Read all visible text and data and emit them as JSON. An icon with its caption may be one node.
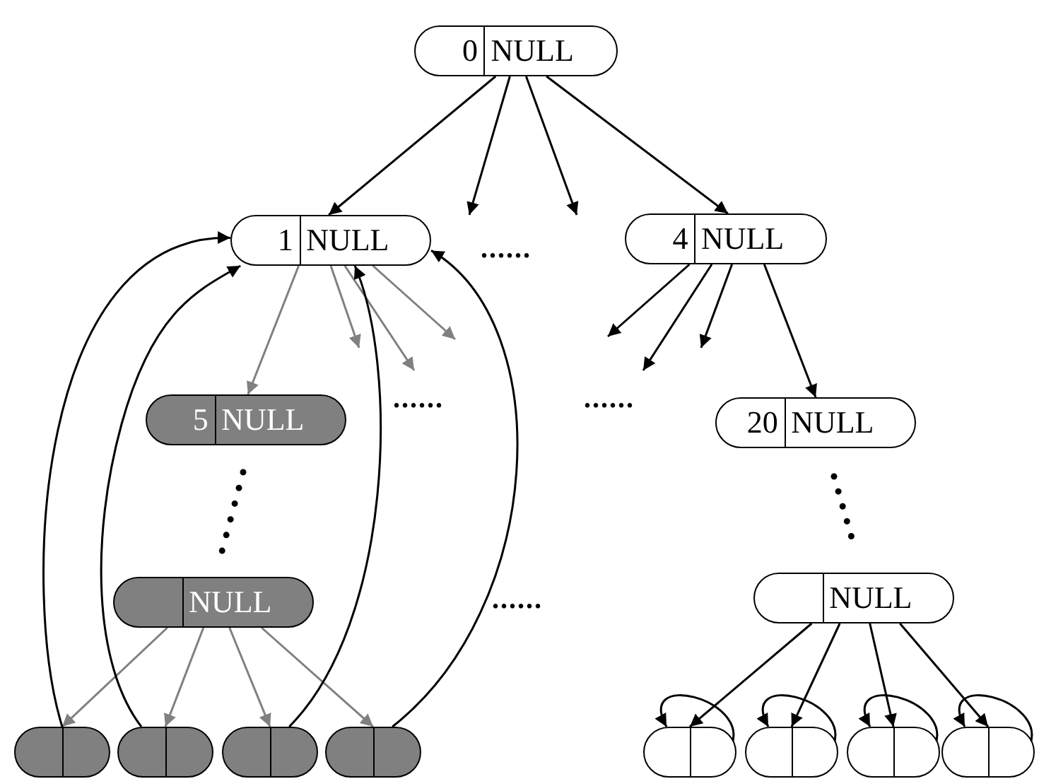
{
  "diagram": {
    "nodes": [
      {
        "text": [
          "0",
          "NULL"
        ]
      },
      {
        "text": [
          "1",
          "NULL"
        ]
      },
      {
        "text": [
          "4",
          "NULL"
        ]
      },
      {
        "text": [
          "5",
          "NULL"
        ]
      },
      {
        "text": [
          "NULL"
        ]
      },
      {
        "text": [],
        "shape": "box"
      },
      {
        "text": [],
        "shape": "box"
      },
      {
        "text": [],
        "shape": "box"
      },
      {
        "text": [],
        "shape": "box"
      },
      {
        "text": [
          "20",
          "NULL"
        ]
      },
      {
        "text": [
          "NULL"
        ]
      },
      {
        "text": [],
        "shape": "box"
      },
      {
        "text": [],
        "shape": "box"
      },
      {
        "text": [],
        "shape": "box"
      },
      {
        "text": [],
        "shape": "box"
      }
    ],
    "edges": [
      {
        "from": 0,
        "to": 1,
        "arrow": "to"
      },
      {
        "from": 0,
        "to": null,
        "arrow": "to"
      },
      {
        "from": 0,
        "to": null,
        "arrow": "to"
      },
      {
        "from": 0,
        "to": 2,
        "arrow": "to"
      },
      {
        "from": 1,
        "to": 3,
        "arrow": "to",
        "color": "#808080"
      },
      {
        "from": 1,
        "to": null,
        "arrow": "to",
        "color": "#808080"
      },
      {
        "from": 1,
        "to": null,
        "arrow": "to",
        "color": "#808080"
      },
      {
        "from": 1,
        "to": null,
        "arrow": "to",
        "color": "#808080"
      },
      {
        "from": 2,
        "to": null,
        "arrow": "to"
      },
      {
        "from": 2,
        "to": null,
        "arrow": "to"
      },
      {
        "from": 2,
        "to": null,
        "arrow": "to"
      },
      {
        "from": 2,
        "to": 9,
        "arrow": "to"
      },
      {
        "from": 4,
        "to": 5,
        "arrow": "to",
        "color": "#808080"
      },
      {
        "from": 4,
        "to": 6,
        "arrow": "to",
        "color": "#808080"
      },
      {
        "from": 4,
        "to": 7,
        "arrow": "to",
        "color": "#808080"
      },
      {
        "from": 4,
        "to": 8,
        "arrow": "to",
        "color": "#808080"
      },
      {
        "from": 5,
        "to": 1,
        "arrow": "to"
      },
      {
        "from": 6,
        "to": 1,
        "arrow": "to"
      },
      {
        "from": 7,
        "to": 1,
        "arrow": "to"
      },
      {
        "from": 8,
        "to": 1,
        "arrow": "to"
      },
      {
        "from": 10,
        "to": 11,
        "arrow": "to"
      },
      {
        "from": 10,
        "to": 12,
        "arrow": "to"
      },
      {
        "from": 10,
        "to": 13,
        "arrow": "to"
      },
      {
        "from": 10,
        "to": 14,
        "arrow": "to"
      },
      {
        "from": 11,
        "to": 11,
        "arrow": "to"
      },
      {
        "from": 12,
        "to": 12,
        "arrow": "to"
      },
      {
        "from": 13,
        "to": 13,
        "arrow": "to"
      },
      {
        "from": 14,
        "to": 14,
        "arrow": "to"
      }
    ],
    "labels": [
      "......",
      "......",
      "......",
      "......"
    ]
  }
}
